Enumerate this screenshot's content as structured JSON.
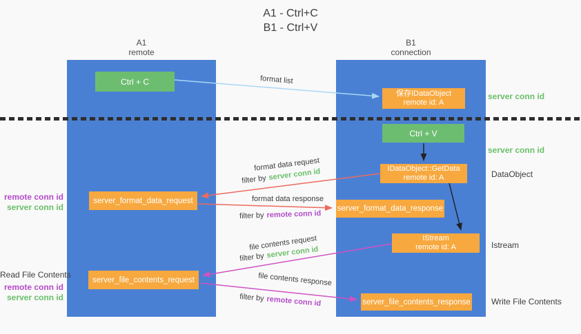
{
  "title": {
    "line1": "A1 - Ctrl+C",
    "line2": "B1 - Ctrl+V"
  },
  "lane_a": {
    "title": "A1",
    "subtitle": "remote"
  },
  "lane_b": {
    "title": "B1",
    "subtitle": "connection"
  },
  "boxes": {
    "ctrl_c": {
      "label": "Ctrl + C"
    },
    "save_idataobject": {
      "line1": "保存IDataObject",
      "line2": "remote id: A"
    },
    "ctrl_v": {
      "label": "Ctrl + V"
    },
    "getdata": {
      "line1": "IDataObject::GetData",
      "line2": "remote id: A"
    },
    "server_format_data_request": {
      "label": "server_format_data_request"
    },
    "server_format_data_response": {
      "label": "server_format_data_response"
    },
    "istream": {
      "line1": "IStream",
      "line2": "remote id: A"
    },
    "server_file_contents_request": {
      "label": "server_file_contents_request"
    },
    "server_file_contents_response": {
      "label": "server_file_contents_response"
    }
  },
  "edge_labels": {
    "format_list": "format list",
    "format_data_request": "format data request",
    "format_data_response": "format data response",
    "file_contents_request": "file contents request",
    "file_contents_response": "file contents response",
    "filter_by": "filter by",
    "server_conn_id": "server conn id",
    "remote_conn_id": "remote conn id"
  },
  "annotations": {
    "server_conn_id": "server conn id",
    "remote_conn_id": "remote conn id",
    "dataobject": "DataObject",
    "istream": "Istream",
    "read_file_contents": "Read File Contents",
    "write_file_contents": "Write File Contents"
  },
  "colors": {
    "lane_blue": "#4a80d4",
    "box_green": "#6dbd71",
    "box_orange": "#f7a83e",
    "arrow_lightblue": "#a9d7f5",
    "arrow_black": "#222222",
    "arrow_red": "#ed6a5e",
    "arrow_magenta": "#cf52c2",
    "text_green": "#6abf69",
    "text_purple": "#b44bc8",
    "text_dark": "#3d3d3d"
  }
}
